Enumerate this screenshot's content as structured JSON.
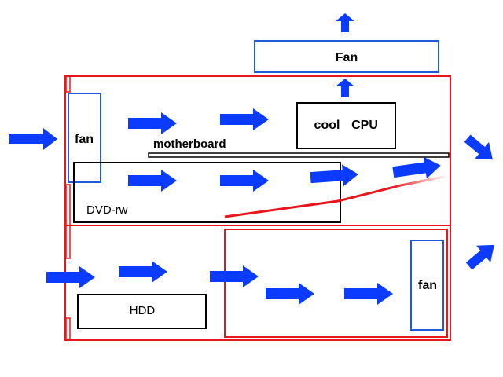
{
  "labels": {
    "top_fan": "Fan",
    "front_fan": "fan",
    "cpu_cool": "cool",
    "cpu": "CPU",
    "motherboard": "motherboard",
    "dvd": "DVD-rw",
    "hdd": "HDD",
    "rear_fan": "fan"
  },
  "colors": {
    "case_outline": "#e8161b",
    "fan_outline": "#1e5bd6",
    "arrow": "#0b3bff",
    "component_outline": "#000000",
    "airflow_line": "#e8161b"
  },
  "icons": {
    "airflow_arrow": "arrow-right-icon",
    "exhaust_arrow": "arrow-up-icon"
  }
}
